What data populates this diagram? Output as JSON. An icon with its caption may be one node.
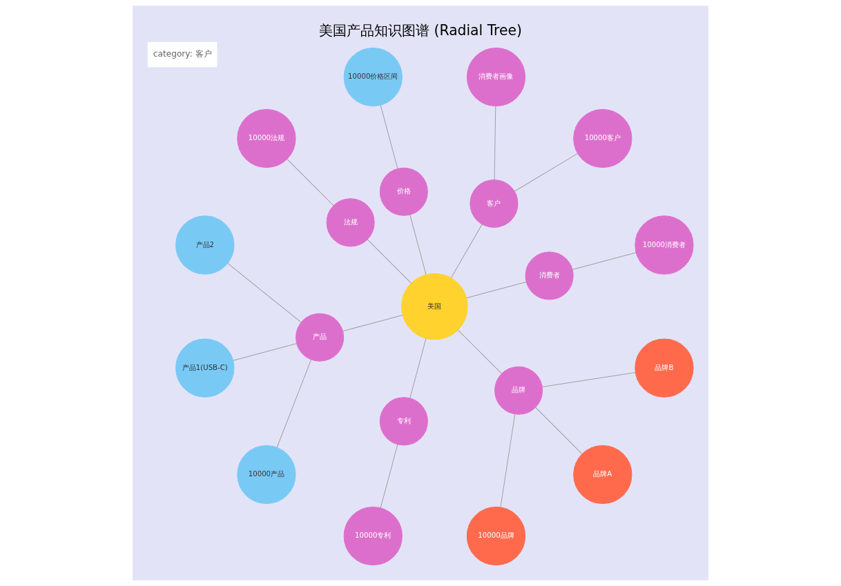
{
  "diagram": {
    "title": "美国产品知识图谱 (Radial Tree)",
    "nodes": [
      {
        "text": [
          "美国"
        ]
      },
      {
        "text": [
          "消费者"
        ]
      },
      {
        "text": [
          "10000消费者"
        ]
      },
      {
        "text": [
          "客户"
        ]
      },
      {
        "text": [
          "10000客户"
        ]
      },
      {
        "text": [
          "消费者画像"
        ]
      },
      {
        "text": [
          "价格"
        ]
      },
      {
        "text": [
          "10000价格区间"
        ]
      },
      {
        "text": [
          "法规"
        ]
      },
      {
        "text": [
          "10000法规"
        ]
      },
      {
        "text": [
          "产品"
        ]
      },
      {
        "text": [
          "产品2"
        ]
      },
      {
        "text": [
          "产品1(USB-C)"
        ]
      },
      {
        "text": [
          "10000产品"
        ]
      },
      {
        "text": [
          "专利"
        ]
      },
      {
        "text": [
          "10000专利"
        ]
      },
      {
        "text": [
          "品牌"
        ]
      },
      {
        "text": [
          "10000品牌"
        ]
      },
      {
        "text": [
          "品牌A"
        ]
      },
      {
        "text": [
          "品牌B"
        ]
      }
    ],
    "edges": [
      {
        "from": 0,
        "to": 1,
        "arrow": "none"
      },
      {
        "from": 1,
        "to": 2,
        "arrow": "none"
      },
      {
        "from": 0,
        "to": 3,
        "arrow": "none"
      },
      {
        "from": 3,
        "to": 4,
        "arrow": "none"
      },
      {
        "from": 3,
        "to": 5,
        "arrow": "none"
      },
      {
        "from": 0,
        "to": 6,
        "arrow": "none"
      },
      {
        "from": 6,
        "to": 7,
        "arrow": "none"
      },
      {
        "from": 0,
        "to": 8,
        "arrow": "none"
      },
      {
        "from": 8,
        "to": 9,
        "arrow": "none"
      },
      {
        "from": 0,
        "to": 10,
        "arrow": "none"
      },
      {
        "from": 10,
        "to": 11,
        "arrow": "none"
      },
      {
        "from": 10,
        "to": 12,
        "arrow": "none"
      },
      {
        "from": 10,
        "to": 13,
        "arrow": "none"
      },
      {
        "from": 0,
        "to": 14,
        "arrow": "none"
      },
      {
        "from": 14,
        "to": 15,
        "arrow": "none"
      },
      {
        "from": 0,
        "to": 16,
        "arrow": "none"
      },
      {
        "from": 16,
        "to": 17,
        "arrow": "none"
      },
      {
        "from": 16,
        "to": 18,
        "arrow": "none"
      },
      {
        "from": 16,
        "to": 19,
        "arrow": "none"
      }
    ],
    "labels": [
      "category: 客户"
    ]
  }
}
